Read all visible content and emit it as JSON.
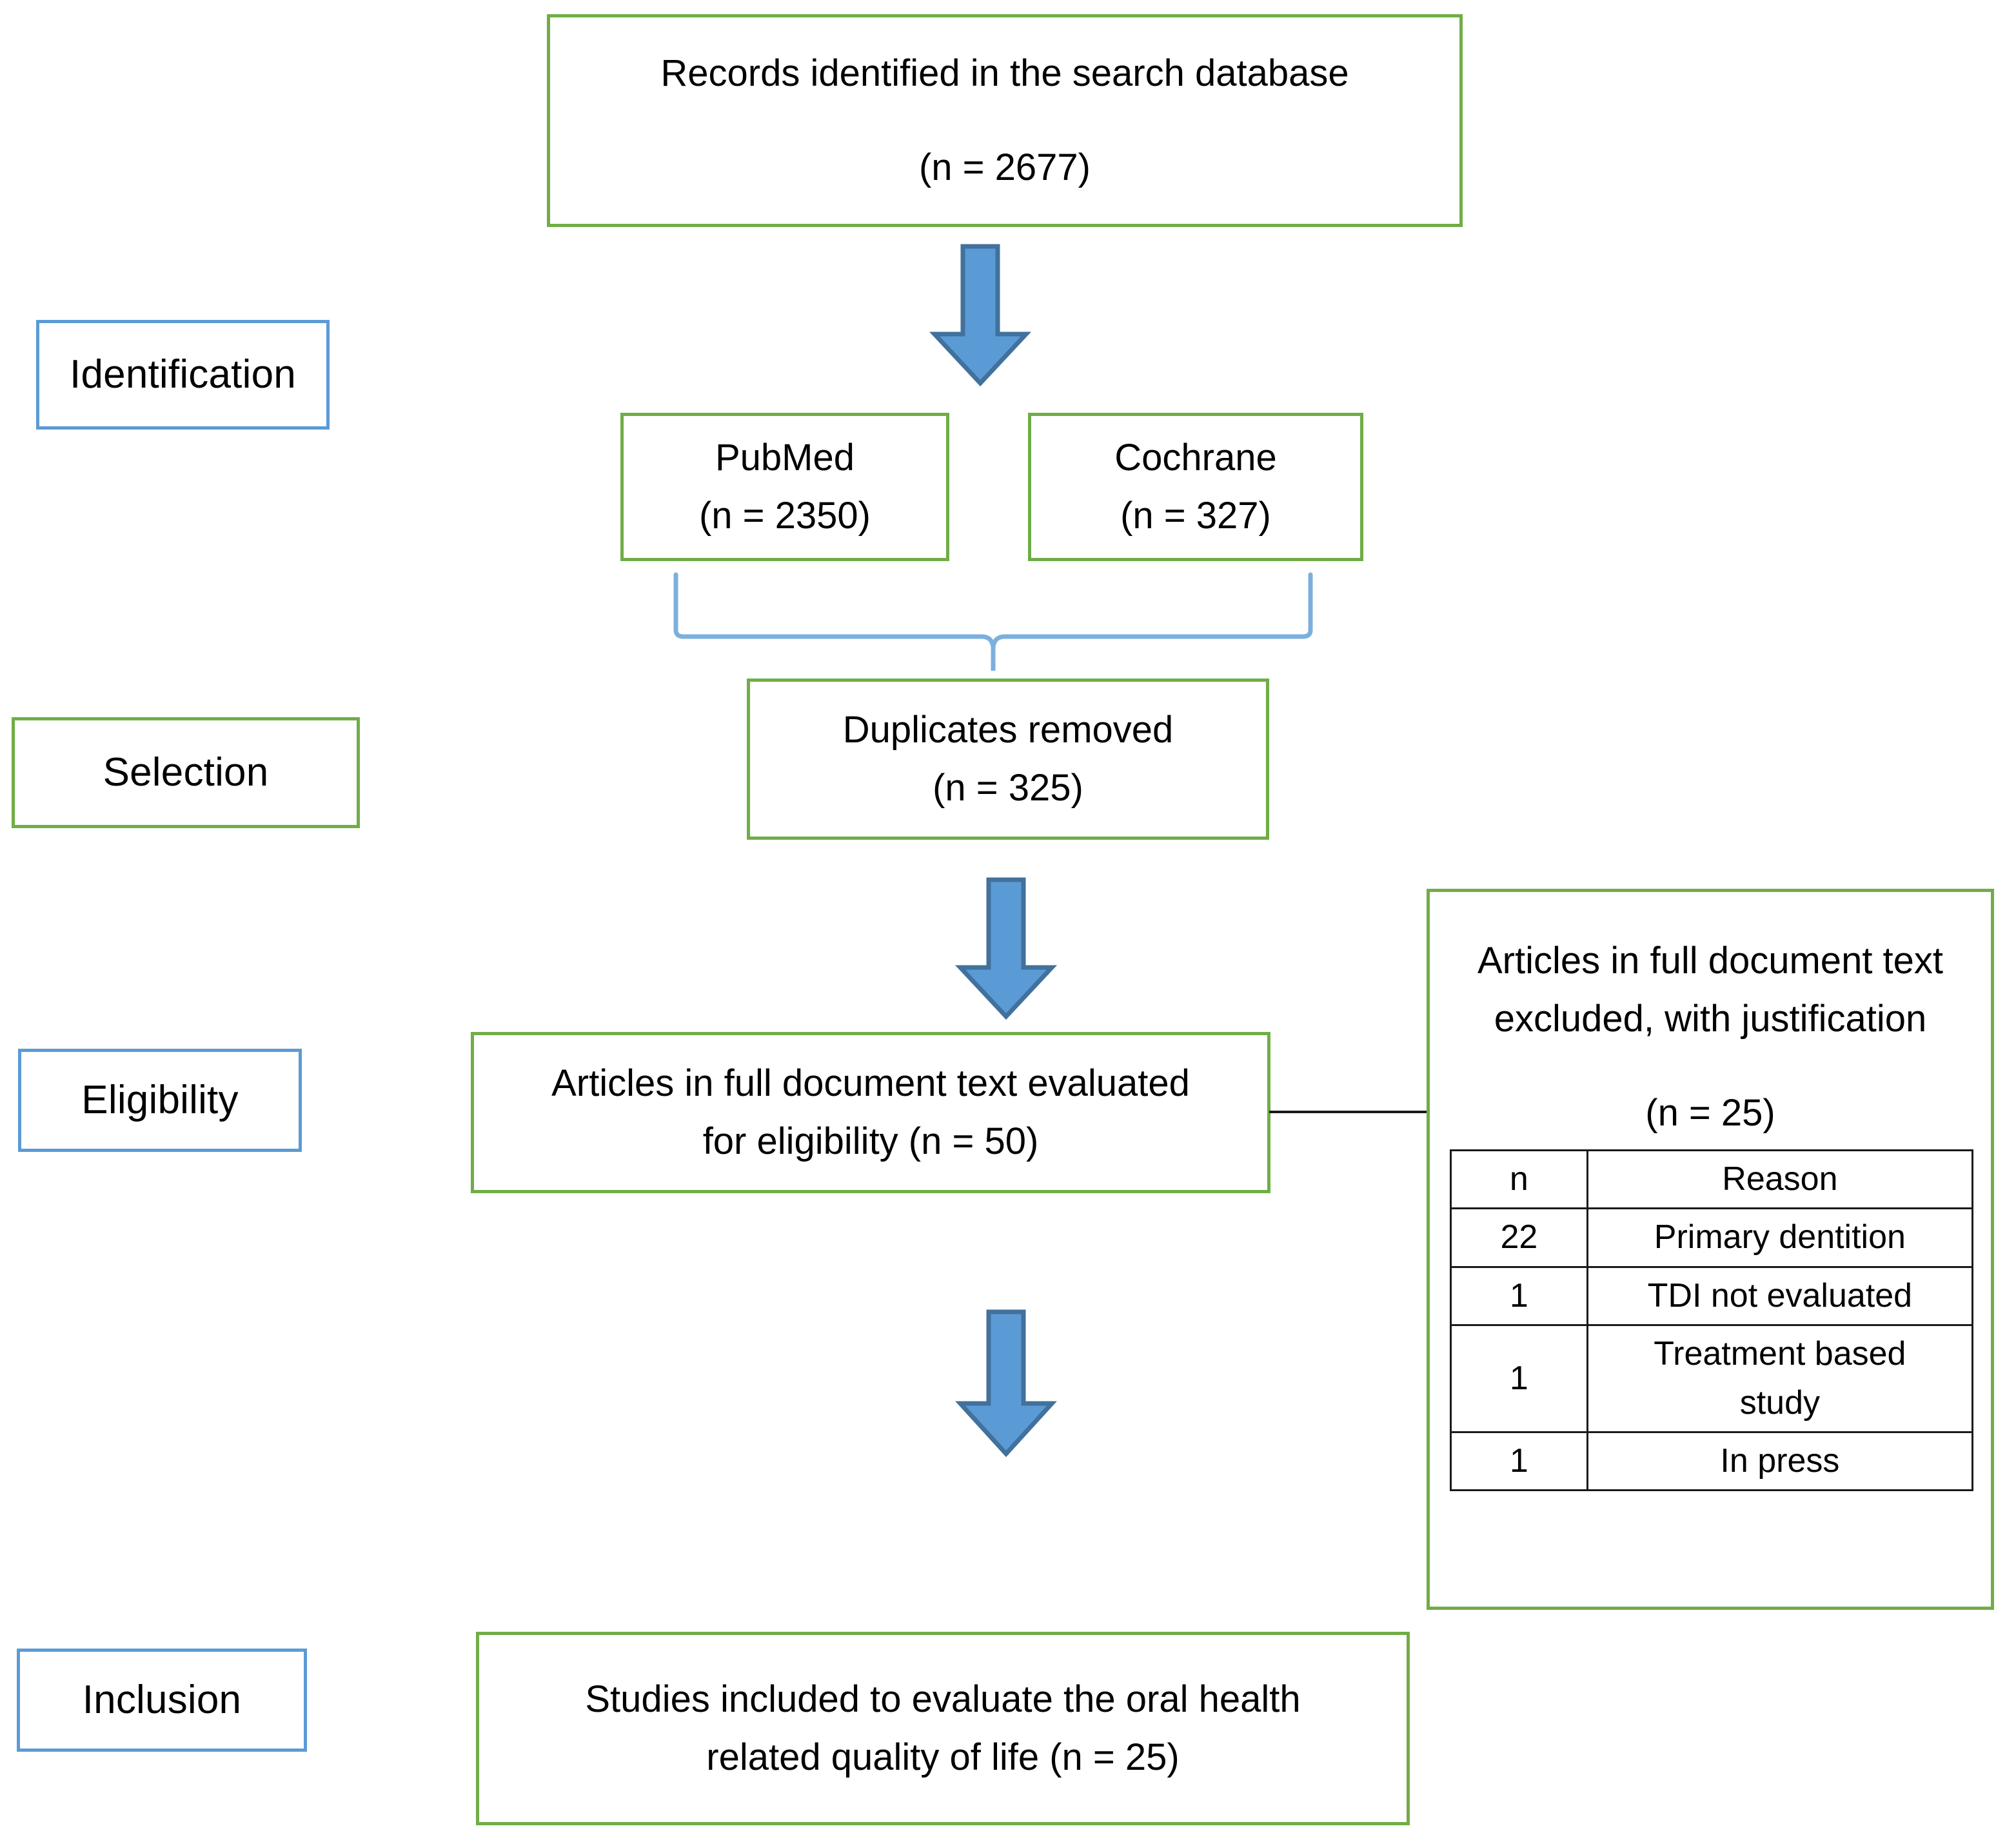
{
  "diagram": {
    "title": "PRISMA study selection flow diagram",
    "colors": {
      "box_green": "#70AD47",
      "box_blue": "#5B9BD5",
      "arrow_fill": "#5B9BD5",
      "arrow_stroke": "#41719C",
      "brace": "#7CAFDD",
      "connector": "#1a1a1a",
      "text": "#000000",
      "background": "#FFFFFF"
    },
    "stages": [
      {
        "key": "identification",
        "label": "Identification",
        "border": "blue"
      },
      {
        "key": "selection",
        "label": "Selection",
        "border": "green"
      },
      {
        "key": "eligibility",
        "label": "Eligibility",
        "border": "blue"
      },
      {
        "key": "inclusion",
        "label": "Inclusion",
        "border": "blue"
      }
    ],
    "nodes": {
      "records": {
        "line1": "Records identified in the search database",
        "line2": "(n = 2677)",
        "n": 2677
      },
      "pubmed": {
        "line1": "PubMed",
        "line2": "(n = 2350)",
        "n": 2350
      },
      "cochrane": {
        "line1": "Cochrane",
        "line2": "(n = 327)",
        "n": 327
      },
      "duplicates": {
        "line1": "Duplicates removed",
        "line2": "(n = 325)",
        "n": 325
      },
      "eligibility_eval": {
        "line1": "Articles in full document text evaluated",
        "line2": "for eligibility (n = 50)",
        "n": 50
      },
      "excluded": {
        "line1": "Articles in full document text",
        "line2": "excluded, with justification",
        "line3": "(n = 25)",
        "n": 25
      },
      "included": {
        "line1": "Studies included to evaluate the oral health",
        "line2": "related quality of life (n = 25)",
        "n": 25
      }
    },
    "exclusion_table": {
      "headers": [
        "n",
        "Reason"
      ],
      "rows": [
        {
          "n": "22",
          "reason": "Primary dentition"
        },
        {
          "n": "1",
          "reason": "TDI not evaluated"
        },
        {
          "n": "1",
          "reason": "Treatment based study"
        },
        {
          "n": "1",
          "reason": "In press"
        }
      ]
    },
    "icons": {
      "arrow_down": "arrow-down-icon",
      "brace": "curly-brace-icon"
    }
  }
}
